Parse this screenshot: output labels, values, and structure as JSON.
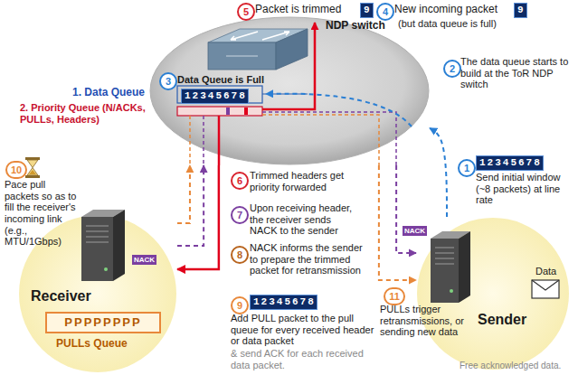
{
  "diagram": {
    "nodes": [
      {
        "text": [
          "NDP switch"
        ]
      },
      {
        "text": [
          "Receiver"
        ]
      },
      {
        "text": [
          "PPPPPPPP",
          "PULLs Queue"
        ],
        "in": 1
      },
      {
        "text": [
          "Sender"
        ]
      }
    ],
    "edges": [
      {
        "from": 3,
        "to": 0,
        "arrow": "to"
      },
      {
        "from": 0,
        "to": 1,
        "arrow": "to"
      },
      {
        "from": 1,
        "to": 0,
        "arrow": "to"
      },
      {
        "from": 0,
        "to": 3,
        "arrow": "to"
      },
      {
        "from": 1,
        "to": 0,
        "arrow": "to"
      },
      {
        "from": 0,
        "to": 3,
        "arrow": "to"
      }
    ],
    "labels": [
      "5",
      "Packet is trimmed",
      "9",
      "4",
      "New incoming packet",
      "9",
      "(but data queue is full)",
      "2",
      "The data queue starts to build at the ToR NDP switch",
      "3",
      "Data Queue is Full",
      "1. Data Queue",
      "2. Priority Queue (N/ACKs, PULLs, Headers)",
      "12345678",
      "1",
      "12345678",
      "Send initial window (~8 packets) at line rate",
      "6",
      "Trimmed headers get priority forwarded",
      "7",
      "Upon receiving header, the receiver sends NACK to the sender",
      "8",
      "NACK informs the sender to prepare the trimmed packet for retransmission",
      "10",
      "Pace pull packets so as to fill the receiver's incoming link (e.g., MTU/1Gbps)",
      "9",
      "12345678",
      "Add PULL packet to the pull queue for every received header or data packet",
      "& send ACK for each received data packet.",
      "11",
      "PULLs trigger retransmissions, or sending new data",
      "Data",
      "Free acknowledged data.",
      "NACK",
      "NACK"
    ]
  }
}
